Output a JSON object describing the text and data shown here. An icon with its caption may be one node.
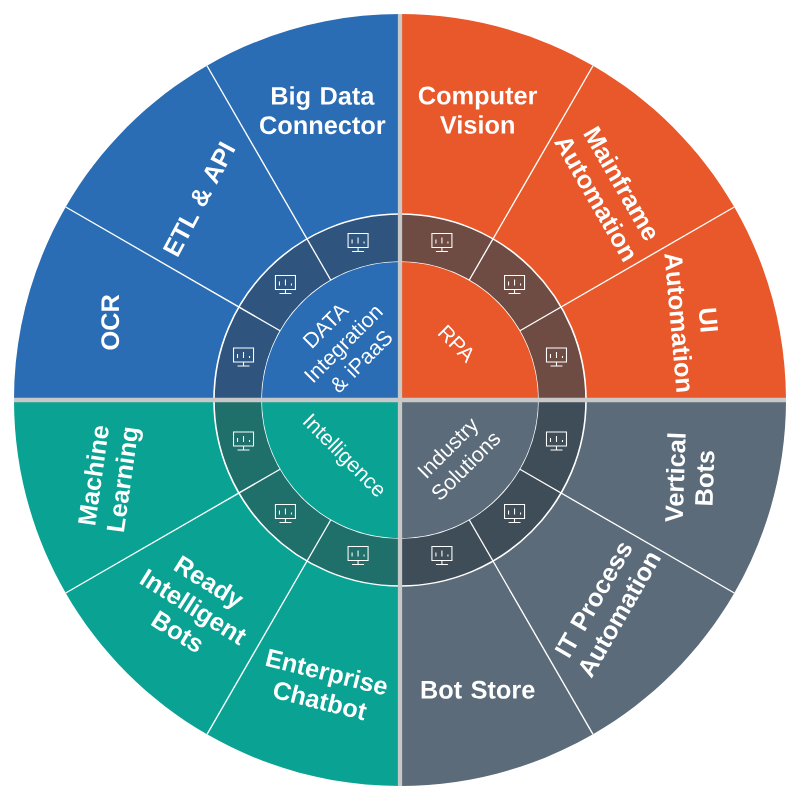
{
  "diagram": {
    "nodes": [
      {
        "text": [
          "DATA Integration & iPaaS"
        ]
      },
      {
        "text": [
          "RPA"
        ]
      },
      {
        "text": [
          "Intelligence"
        ]
      },
      {
        "text": [
          "Industry Solutions"
        ]
      },
      {
        "text": [
          "Big Data Connector"
        ]
      },
      {
        "text": [
          "ETL & API"
        ]
      },
      {
        "text": [
          "OCR"
        ]
      },
      {
        "text": [
          "Computer Vision"
        ]
      },
      {
        "text": [
          "Mainframe Automation"
        ]
      },
      {
        "text": [
          "UI Automation"
        ]
      },
      {
        "text": [
          "Machine Learning"
        ]
      },
      {
        "text": [
          "Ready Intelligent Bots"
        ]
      },
      {
        "text": [
          "Enterprise Chatbot"
        ]
      },
      {
        "text": [
          "Vertical Bots"
        ]
      },
      {
        "text": [
          "IT Process Automation"
        ]
      },
      {
        "text": [
          "Bot Store"
        ]
      }
    ]
  }
}
